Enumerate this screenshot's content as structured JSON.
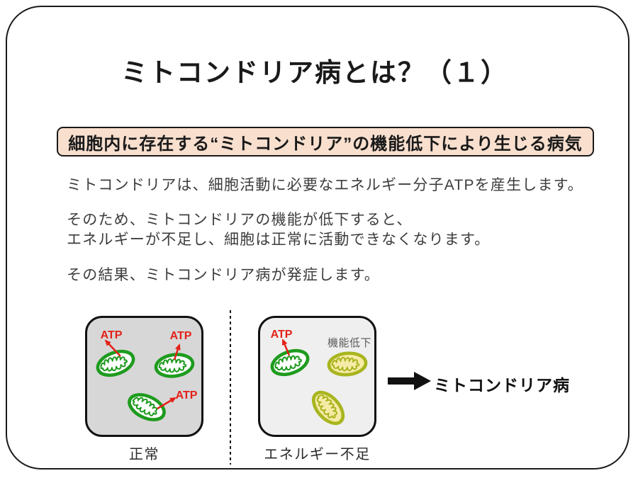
{
  "slide": {
    "title": "ミトコンドリア病とは？（１）",
    "definition": "細胞内に存在する“ミトコンドリア”の機能低下により生じる病気",
    "paragraphs": {
      "p1": "ミトコンドリアは、細胞活動に必要なエネルギー分子ATPを産生します。",
      "p2_line1": "そのため、ミトコンドリアの機能が低下すると、",
      "p2_line2": "エネルギーが不足し、細胞は正常に活動できなくなります。",
      "p3": "その結果、ミトコンドリア病が発症します。"
    },
    "diagram": {
      "normal": {
        "label": "正常",
        "atp": "ATP"
      },
      "deficient": {
        "label": "エネルギー不足",
        "atp": "ATP",
        "dysfunction": "機能低下"
      },
      "result": "ミトコンドリア病"
    },
    "colors": {
      "frame_border": "#1a1a1a",
      "heading_text": "#1a1a1a",
      "body_text": "#3d3d3d",
      "definition_bg": "#F8DFCE",
      "normal_box_bg": "#D7D7D7",
      "deficient_box_bg": "#EFEFEF",
      "mito_green": "#1E9B1E",
      "mito_yellow_fill": "#F6EBA6",
      "mito_yellow_stroke": "#A8B51F",
      "atp_red": "#E32119",
      "dysfunction_gray": "#5A5A5A"
    }
  }
}
